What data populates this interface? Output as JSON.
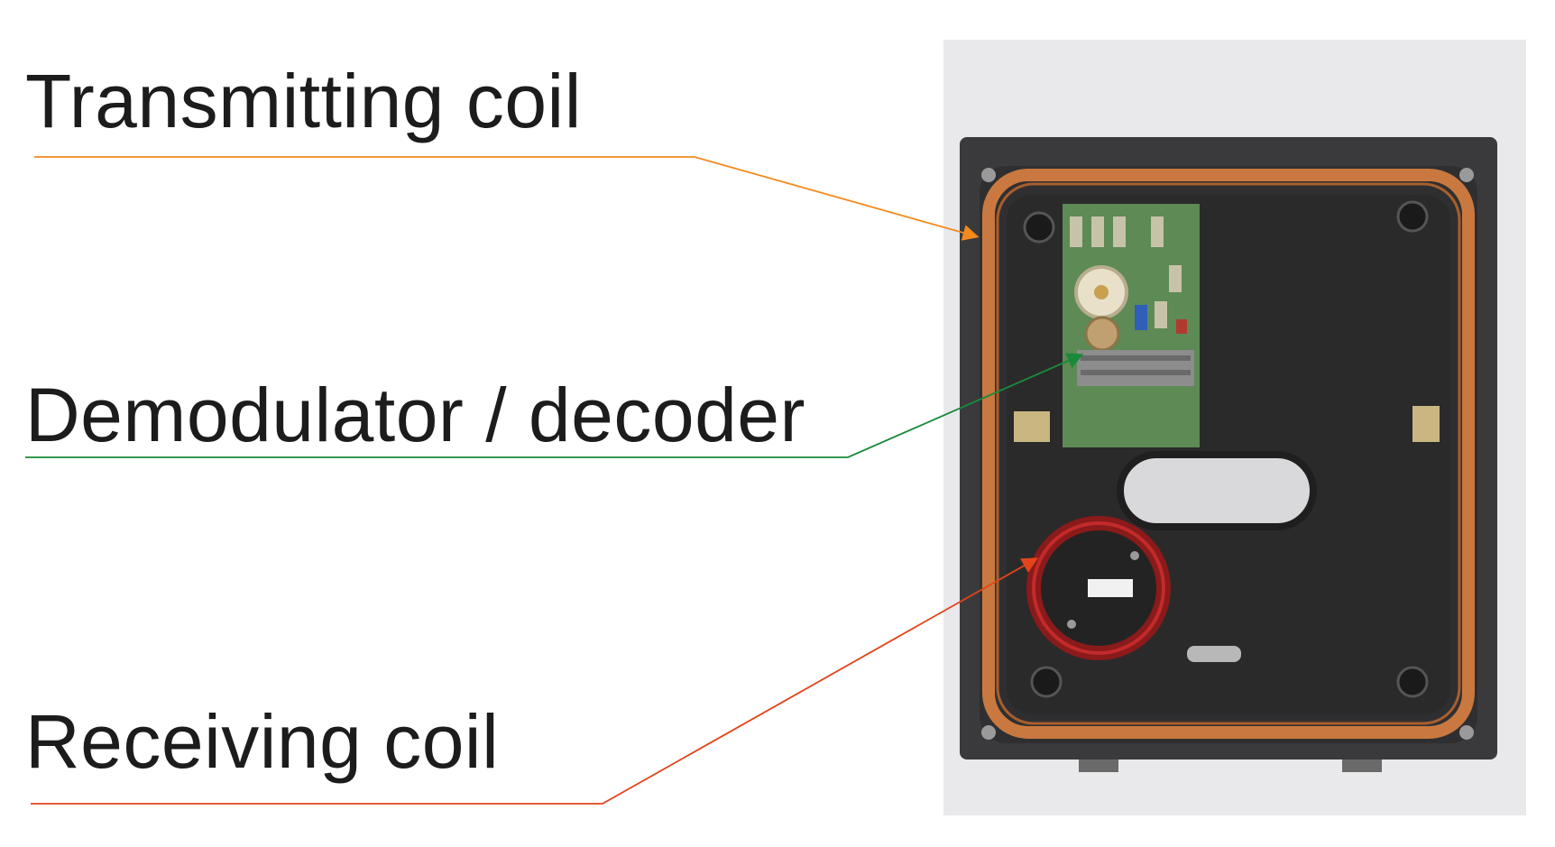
{
  "labels": {
    "transmitting": "Transmitting coil",
    "demodulator": "Demodulator / decoder",
    "receiving": "Receiving coil"
  },
  "colors": {
    "transmitting_line": "#f28a1e",
    "demodulator_line": "#1a8a3a",
    "receiving_line": "#e2451a",
    "housing": "#3a3a3a",
    "coil": "#c9793f",
    "pcb": "#5d8a55",
    "background": "#e9e9ec"
  },
  "photo": {
    "subject": "opened device housing with transmitting coil, PCB and receiving coil"
  }
}
